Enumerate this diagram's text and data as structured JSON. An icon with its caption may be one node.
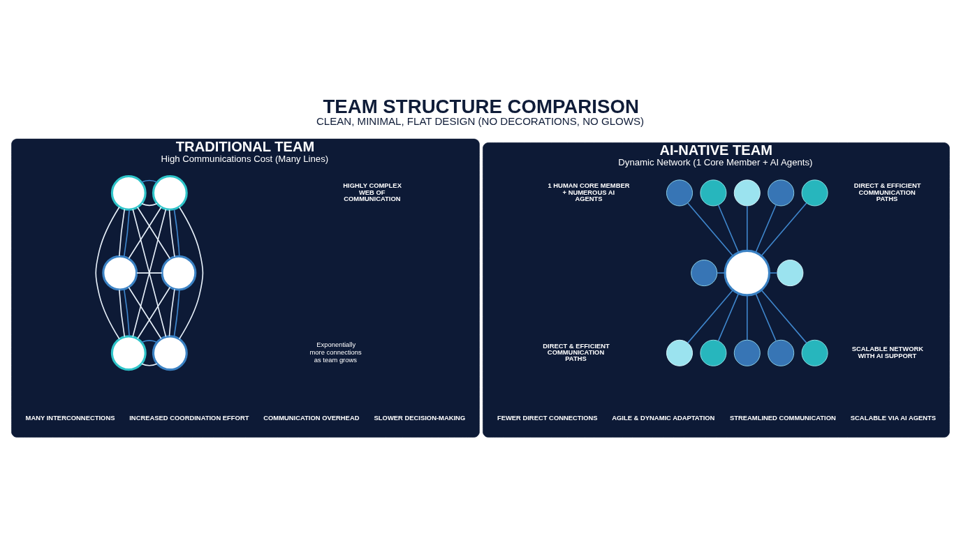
{
  "diagram": {
    "title": "TEAM STRUCTURE COMPARISON",
    "caption": "CLEAN, MINIMAL, FLAT DESIGN (NO DECORATIONS, NO GLOWS)",
    "nodes": [
      {
        "text": [
          "TRADITIONAL TEAM",
          "High Communications Cost (Many Lines)"
        ]
      },
      {
        "text": [],
        "shape": "person",
        "in": 0
      },
      {
        "text": [],
        "shape": "person",
        "in": 0
      },
      {
        "text": [],
        "shape": "person",
        "in": 0
      },
      {
        "text": [],
        "shape": "person",
        "in": 0
      },
      {
        "text": [],
        "shape": "person",
        "in": 0
      },
      {
        "text": [],
        "shape": "person",
        "in": 0
      },
      {
        "text": [
          "AI-NATIVE TEAM",
          "Dynamic Network (1 Core Member + AI Agents)"
        ]
      },
      {
        "text": [],
        "shape": "person",
        "in": 7
      },
      {
        "text": [],
        "shape": "robot",
        "in": 7
      },
      {
        "text": [],
        "shape": "lightbulb",
        "in": 7
      },
      {
        "text": [],
        "shape": "brain",
        "in": 7
      },
      {
        "text": [],
        "shape": "brain",
        "in": 7
      },
      {
        "text": [],
        "shape": "robot",
        "in": 7
      },
      {
        "text": [],
        "shape": "robot",
        "in": 7
      },
      {
        "text": [],
        "shape": "lightbulb",
        "in": 7
      },
      {
        "text": [],
        "shape": "lightbulb",
        "in": 7
      },
      {
        "text": [],
        "shape": "brain",
        "in": 7
      },
      {
        "text": [],
        "shape": "brain",
        "in": 7
      },
      {
        "text": [],
        "shape": "robot",
        "in": 7
      },
      {
        "text": [],
        "shape": "robot",
        "in": 7
      }
    ],
    "edges": [
      {
        "from": 1,
        "to": 2,
        "arrow": "none",
        "color": "#e8f1fb"
      },
      {
        "from": 1,
        "to": 3,
        "arrow": "none",
        "color": "#e8f1fb"
      },
      {
        "from": 1,
        "to": 4,
        "arrow": "none",
        "color": "#e8f1fb"
      },
      {
        "from": 1,
        "to": 5,
        "arrow": "none",
        "color": "#e8f1fb"
      },
      {
        "from": 1,
        "to": 6,
        "arrow": "none",
        "color": "#e8f1fb"
      },
      {
        "from": 2,
        "to": 3,
        "arrow": "none",
        "color": "#e8f1fb"
      },
      {
        "from": 2,
        "to": 4,
        "arrow": "none",
        "color": "#e8f1fb"
      },
      {
        "from": 2,
        "to": 5,
        "arrow": "none",
        "color": "#e8f1fb"
      },
      {
        "from": 2,
        "to": 6,
        "arrow": "none",
        "color": "#e8f1fb"
      },
      {
        "from": 3,
        "to": 4,
        "arrow": "none",
        "color": "#e8f1fb"
      },
      {
        "from": 3,
        "to": 5,
        "arrow": "none",
        "color": "#e8f1fb"
      },
      {
        "from": 3,
        "to": 6,
        "arrow": "none",
        "color": "#e8f1fb"
      },
      {
        "from": 4,
        "to": 5,
        "arrow": "none",
        "color": "#e8f1fb"
      },
      {
        "from": 4,
        "to": 6,
        "arrow": "none",
        "color": "#e8f1fb"
      },
      {
        "from": 5,
        "to": 6,
        "arrow": "none",
        "color": "#e8f1fb"
      },
      {
        "from": 1,
        "to": 2,
        "arrow": "none"
      },
      {
        "from": 1,
        "to": 3,
        "arrow": "none"
      },
      {
        "from": 2,
        "to": 4,
        "arrow": "none"
      },
      {
        "from": 3,
        "to": 5,
        "arrow": "none"
      },
      {
        "from": 4,
        "to": 6,
        "arrow": "none"
      },
      {
        "from": 5,
        "to": 6,
        "arrow": "none"
      },
      {
        "from": 9,
        "to": 8,
        "arrow": "none"
      },
      {
        "from": 10,
        "to": 8,
        "arrow": "none"
      },
      {
        "from": 11,
        "to": 8,
        "arrow": "none"
      },
      {
        "from": 12,
        "to": 8,
        "arrow": "none"
      },
      {
        "from": 13,
        "to": 8,
        "arrow": "none"
      },
      {
        "from": 14,
        "to": 8,
        "arrow": "none"
      },
      {
        "from": 8,
        "to": 15,
        "arrow": "none"
      },
      {
        "from": 8,
        "to": 16,
        "arrow": "none"
      },
      {
        "from": 8,
        "to": 17,
        "arrow": "none"
      },
      {
        "from": 8,
        "to": 18,
        "arrow": "none"
      },
      {
        "from": 8,
        "to": 19,
        "arrow": "none"
      },
      {
        "from": 8,
        "to": 20,
        "arrow": "none"
      }
    ],
    "labels": [
      "HIGHLY COMPLEX WEB OF COMMUNICATION",
      "Exponentially more connections as team grows",
      "MANY INTERCONNECTIONS",
      "INCREASED COORDINATION EFFORT",
      "COMMUNICATION OVERHEAD",
      "SLOWER DECISION-MAKING",
      "1 HUMAN CORE MEMBER + NUMEROUS AI AGENTS",
      "DIRECT & EFFICIENT COMMUNICATION PATHS",
      "DIRECT & EFFICIENT COMMUNICATION PATHS",
      "SCALABLE NETWORK WITH AI SUPPORT",
      "FEWER DIRECT CONNECTIONS",
      "AGILE & DYNAMIC ADAPTATION",
      "STREAMLINED COMMUNICATION",
      "SCALABLE VIA AI AGENTS"
    ]
  }
}
